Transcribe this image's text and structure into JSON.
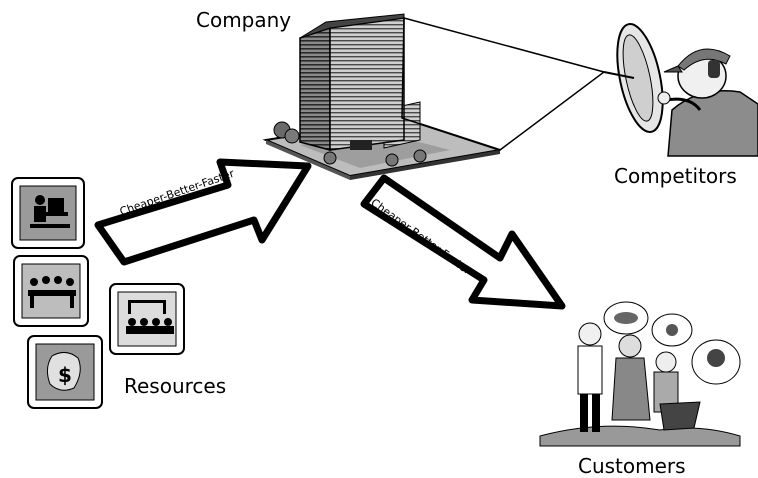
{
  "labels": {
    "company": "Company",
    "competitors": "Competitors",
    "resources": "Resources",
    "customers": "Customers"
  },
  "arrows": {
    "to_company": "Cheaper-Better-Faster",
    "to_customers": "Cheaper-Better-Faster"
  },
  "resource_icons": [
    "person-at-computer-icon",
    "meeting-table-icon",
    "presentation-audience-icon",
    "money-bag-icon"
  ],
  "colors": {
    "ink": "#000000",
    "building": "#6e6e6e",
    "icon_bg": "#9a9a9a"
  }
}
